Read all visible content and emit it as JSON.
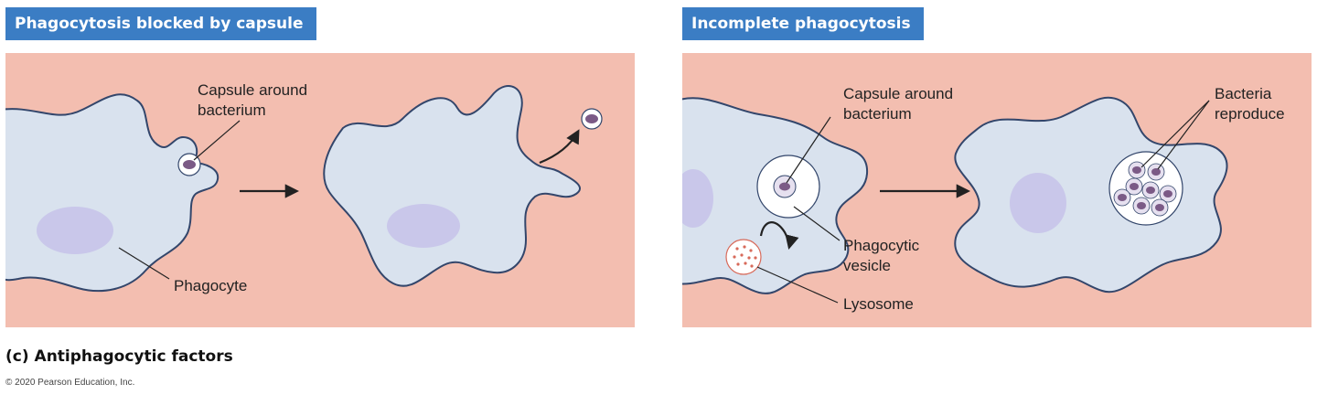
{
  "panels": {
    "left": {
      "title": "Phagocytosis blocked by capsule",
      "label_capsule_line1": "Capsule around",
      "label_capsule_line2": "bacterium",
      "label_phagocyte": "Phagocyte"
    },
    "right": {
      "title": "Incomplete phagocytosis",
      "label_capsule_line1": "Capsule around",
      "label_capsule_line2": "bacterium",
      "label_bacteria_line1": "Bacteria",
      "label_bacteria_line2": "reproduce",
      "label_vesicle_line1": "Phagocytic",
      "label_vesicle_line2": "vesicle",
      "label_lysosome": "Lysosome"
    }
  },
  "caption": "(c) Antiphagocytic factors",
  "copyright": "© 2020 Pearson Education, Inc.",
  "colors": {
    "title_bar": "#3b7dc4",
    "background_panel": "#f3beb0",
    "cell_fill": "#d9e2ee",
    "cell_outline": "#33466b",
    "nucleus": "#c9c7ea",
    "capsule": "#ffffff",
    "bacterium": "#7b5a86",
    "lysosome_dots": "#d86a5a"
  }
}
